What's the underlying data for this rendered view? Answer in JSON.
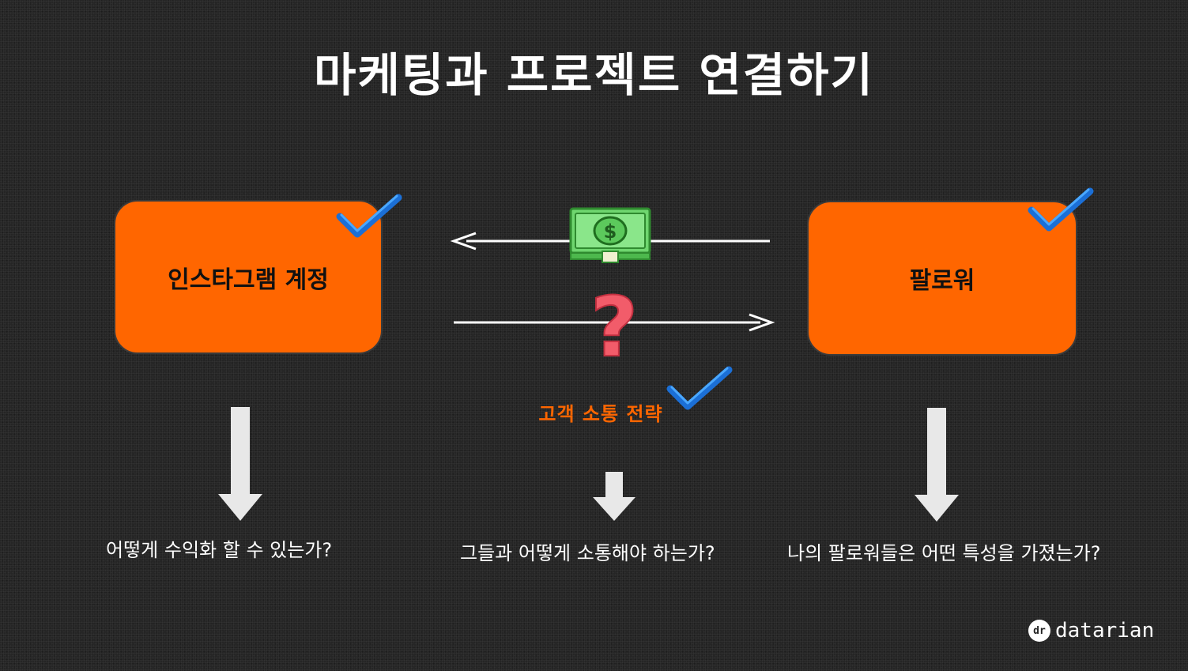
{
  "title": "마케팅과 프로젝트 연결하기",
  "boxes": {
    "instagram": "인스타그램 계정",
    "followers": "팔로워"
  },
  "strategy_label": "고객 소통 전략",
  "questions": {
    "left": "어떻게 수익화 할 수 있는가?",
    "center": "그들과 어떻게 소통해야 하는가?",
    "right": "나의 팔로워들은 어떤 특성을 가졌는가?"
  },
  "money_symbol": "$",
  "question_mark": "?",
  "logo": {
    "mark": "dr",
    "text": "datarian"
  },
  "colors": {
    "background": "#252525",
    "box": "#ff6600",
    "strategy_text": "#ff6600",
    "check": "#1e88e5",
    "money": "#5cc95c",
    "question": "#f25c6a"
  },
  "icons": [
    "check-icon",
    "money-icon",
    "question-icon",
    "arrow-icon",
    "datarian-logo"
  ]
}
